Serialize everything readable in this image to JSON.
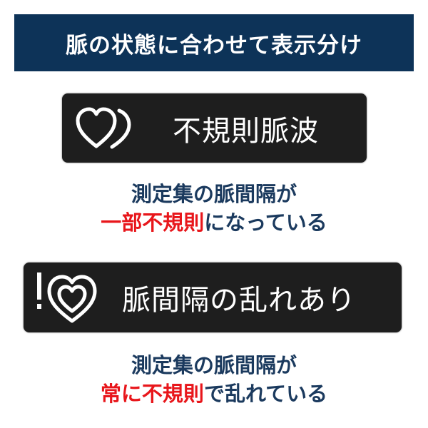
{
  "header": {
    "title": "脈の状態に合わせて表示分け"
  },
  "colors": {
    "header_bg": "#0d3358",
    "box_bg": "#1e1e1e",
    "text_navy": "#1b3a5e",
    "accent_red": "#e8161b"
  },
  "items": [
    {
      "icon": "double-heart-icon",
      "label": "不規則脈波",
      "description": {
        "line1": "測定集の脈間隔が",
        "line2_highlight": "一部不規則",
        "line2_rest": "になっている"
      }
    },
    {
      "icon": "exclamation-heart-icon",
      "label": "脈間隔の乱れあり",
      "description": {
        "line1": "測定集の脈間隔が",
        "line2_highlight": "常に不規則",
        "line2_rest": "で乱れている"
      }
    }
  ]
}
